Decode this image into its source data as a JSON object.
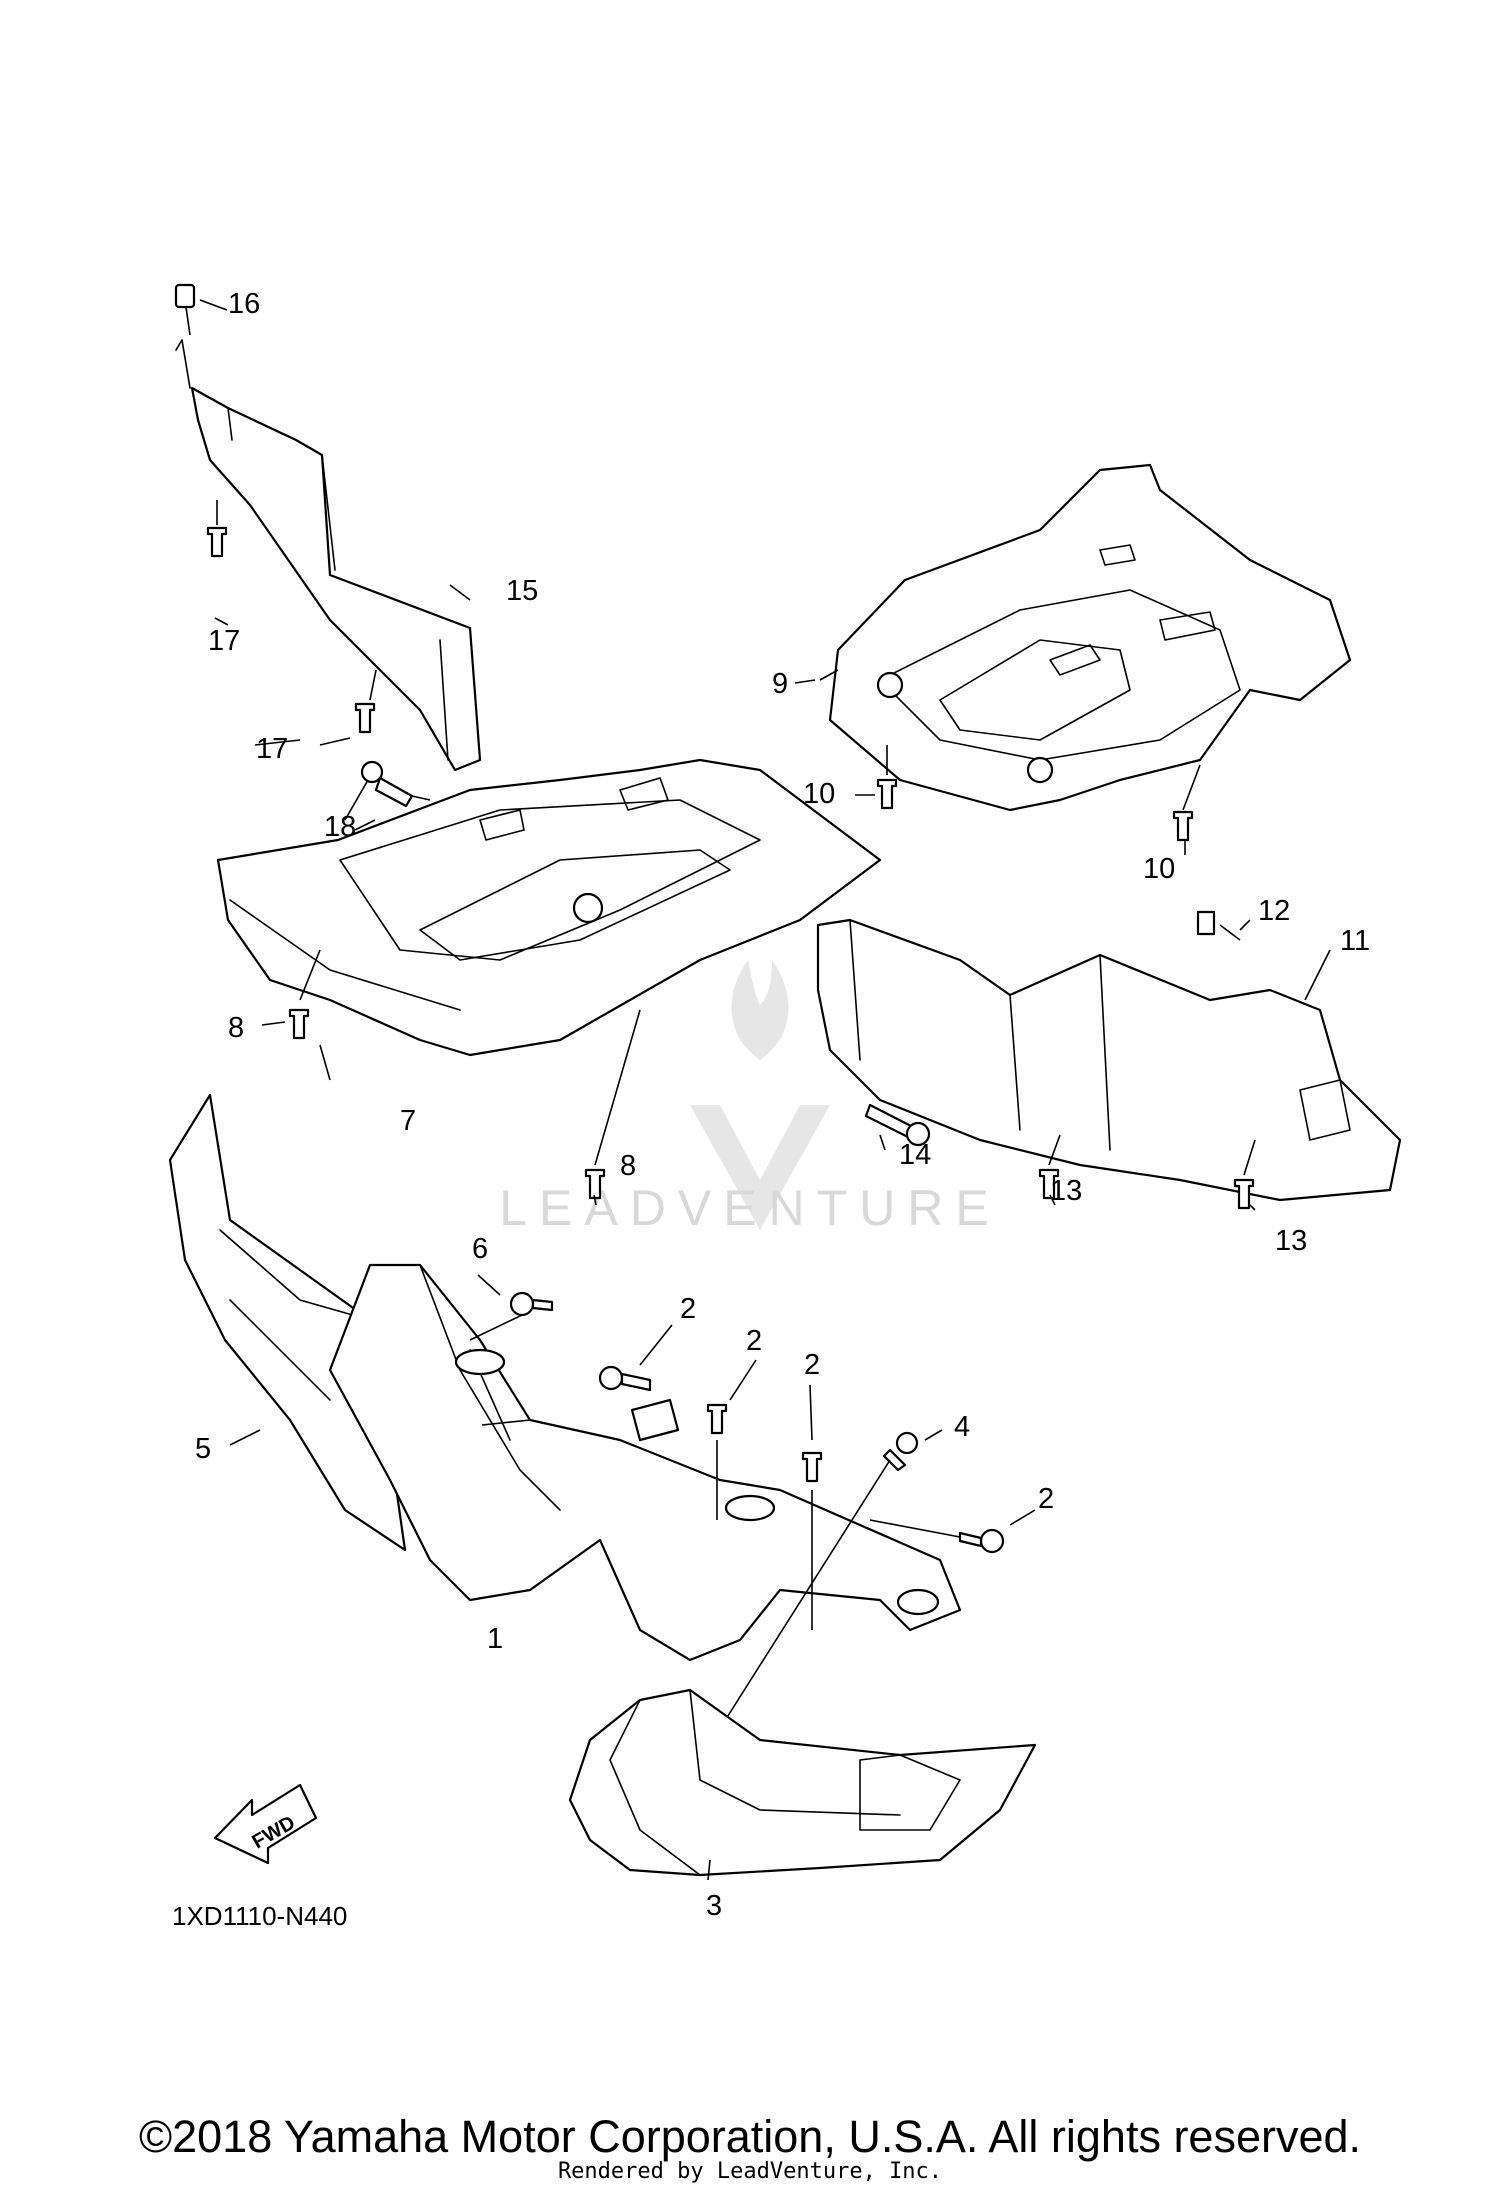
{
  "diagram": {
    "part_labels": {
      "p1": "1",
      "p2a": "2",
      "p2b": "2",
      "p2c": "2",
      "p2d": "2",
      "p3": "3",
      "p4": "4",
      "p5": "5",
      "p6": "6",
      "p7": "7",
      "p8a": "8",
      "p8b": "8",
      "p9": "9",
      "p10a": "10",
      "p10b": "10",
      "p11": "11",
      "p12": "12",
      "p13a": "13",
      "p13b": "13",
      "p14": "14",
      "p15": "15",
      "p16": "16",
      "p17a": "17",
      "p17b": "17",
      "p18": "18"
    },
    "direction_arrow": "FWD",
    "diagram_code": "1XD1110-N440",
    "watermark": "LEADVENTURE"
  },
  "footer": {
    "copyright": "©2018 Yamaha Motor Corporation, U.S.A. All rights reserved.",
    "rendered_by": "Rendered by LeadVenture, Inc."
  }
}
